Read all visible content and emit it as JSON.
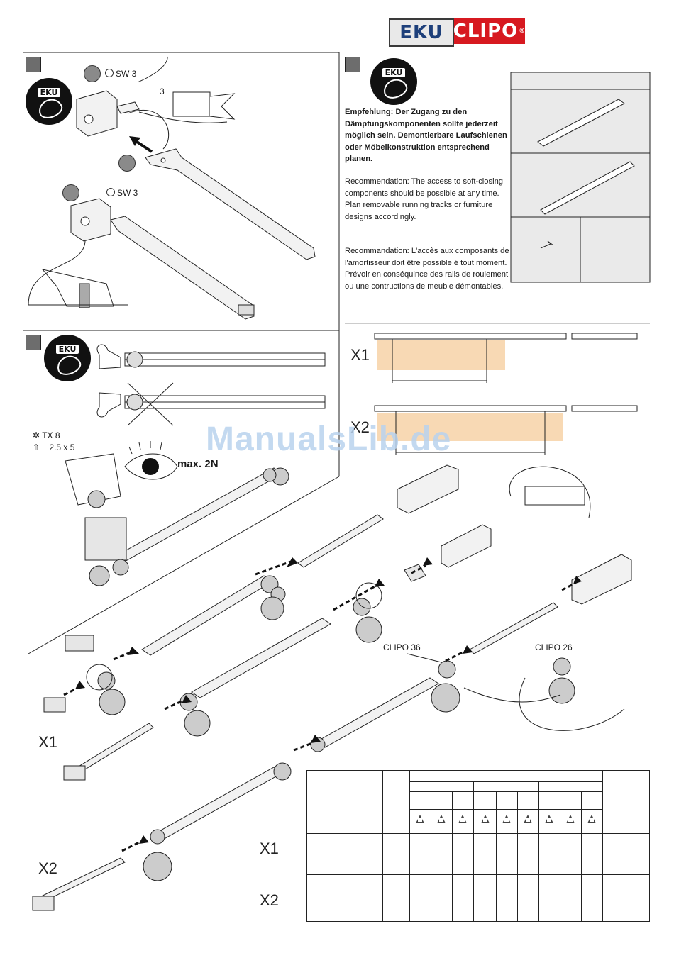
{
  "header": {
    "logo_left": "EKU",
    "logo_right": "CLIPO",
    "logo_registered": "®"
  },
  "section1": {
    "sw_top": "SW 3",
    "sw_bottom": "SW 3",
    "dimension": "3"
  },
  "section2": {
    "text_de": "Empfehlung: Der Zugang zu den Dämpfungskomponenten sollte jederzeit möglich sein. Demontierbare Laufschienen oder Möbelkonstruktion entsprechend planen.",
    "text_en": "Recommendation: The access to soft-closing components should be possible at any time. Plan removable running tracks or furniture designs accordingly.",
    "text_fr": "Recommandation: L'accès aux composants de l'amortisseur doit être possible é tout moment. Prévoir en conséquince des rails de roulement ou une contructions de meuble démontables.",
    "x1": "X1",
    "x2": "X2"
  },
  "section3": {
    "tx": "TX 8",
    "screw": "2.5 x 5",
    "max_force": "max. 2N"
  },
  "watermark": "ManualsLib.de",
  "assembly": {
    "clipo36": "CLIPO 36",
    "clipo26": "CLIPO 26",
    "x1": "X1",
    "x2": "X2"
  },
  "table": {
    "row_x1": "X1",
    "row_x2": "X2"
  },
  "colors": {
    "brand_red": "#d71920",
    "brand_blue": "#1d3f7a",
    "highlight_peach": "#f8d9b4",
    "step_grey": "#6d6d6d"
  },
  "icons": [
    "damping-badge-icon",
    "thumbs-up-icon",
    "thumbs-down-icon",
    "eye-icon",
    "torx-icon",
    "screw-icon",
    "weight-icon"
  ]
}
